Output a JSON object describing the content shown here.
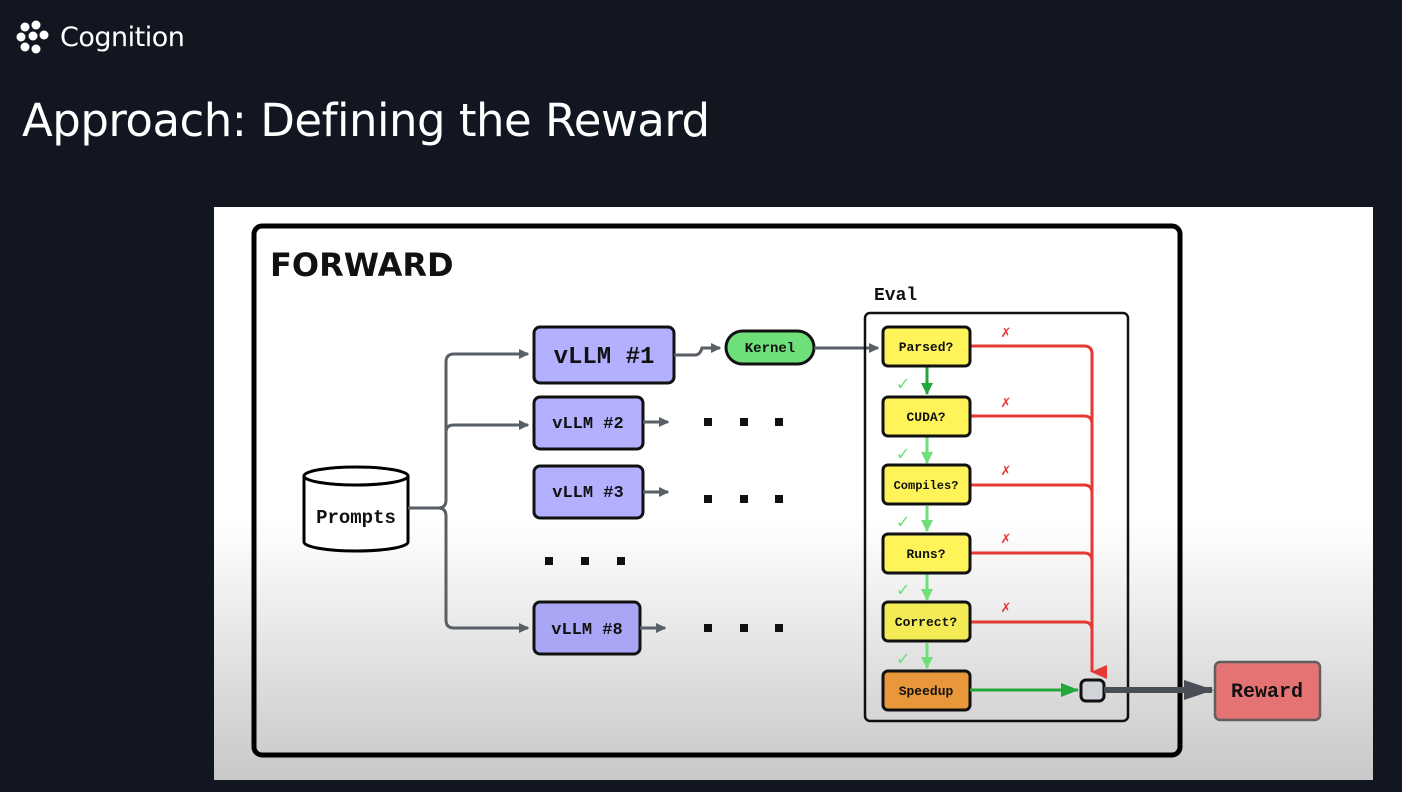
{
  "brand": {
    "name": "Cognition",
    "icon": "cognition-hexagon-cluster-icon"
  },
  "slide": {
    "title": "Approach: Defining the Reward"
  },
  "diagram": {
    "frame_label": "FORWARD",
    "source": {
      "label": "Prompts",
      "shape": "cylinder"
    },
    "workers": [
      {
        "label": "vLLM #1",
        "highlighted": true
      },
      {
        "label": "vLLM #2"
      },
      {
        "label": "vLLM #3"
      },
      {
        "label": "vLLM #8"
      }
    ],
    "ellipsis": "■ ■ ■",
    "kernel": {
      "label": "Kernel"
    },
    "eval": {
      "label": "Eval",
      "checks": [
        {
          "label": "Parsed?",
          "pass": "✓",
          "fail": "✗"
        },
        {
          "label": "CUDA?",
          "pass": "✓",
          "fail": "✗"
        },
        {
          "label": "Compiles?",
          "pass": "✓",
          "fail": "✗"
        },
        {
          "label": "Runs?",
          "pass": "✓",
          "fail": "✗"
        },
        {
          "label": "Correct?",
          "pass": "✓",
          "fail": "✗"
        }
      ],
      "final": {
        "label": "Speedup"
      }
    },
    "output": {
      "label": "Reward"
    },
    "colors": {
      "worker": "#b3b0ff",
      "kernel": "#6ee07a",
      "check": "#fff35a",
      "speedup": "#e8973a",
      "reward": "#e57373",
      "fail_line": "#e53935",
      "pass_arrow": "#6ee07a",
      "connector": "#5a5f66"
    }
  }
}
